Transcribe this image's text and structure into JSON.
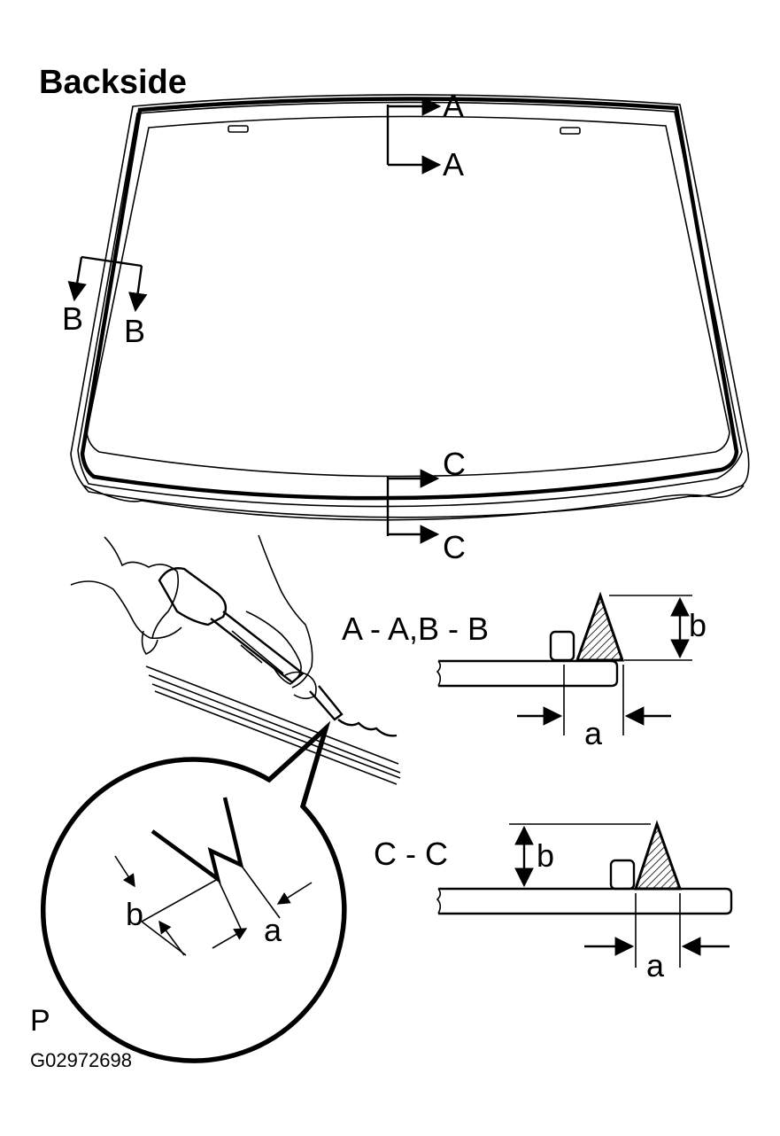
{
  "title": "Backside",
  "section_marks": {
    "a_top": "A",
    "a_bottom": "A",
    "b_left": "B",
    "b_right": "B",
    "c_top": "C",
    "c_bottom": "C"
  },
  "section_views": {
    "ab_label": "A - A,B - B",
    "cc_label": "C - C"
  },
  "dimensions": {
    "ab_a": "a",
    "ab_b": "b",
    "cc_a": "a",
    "cc_b": "b",
    "detail_a": "a",
    "detail_b": "b"
  },
  "footer": {
    "corner_letter": "P",
    "figure_code": "G02972698"
  },
  "colors": {
    "ink": "#000000",
    "background": "#ffffff"
  }
}
